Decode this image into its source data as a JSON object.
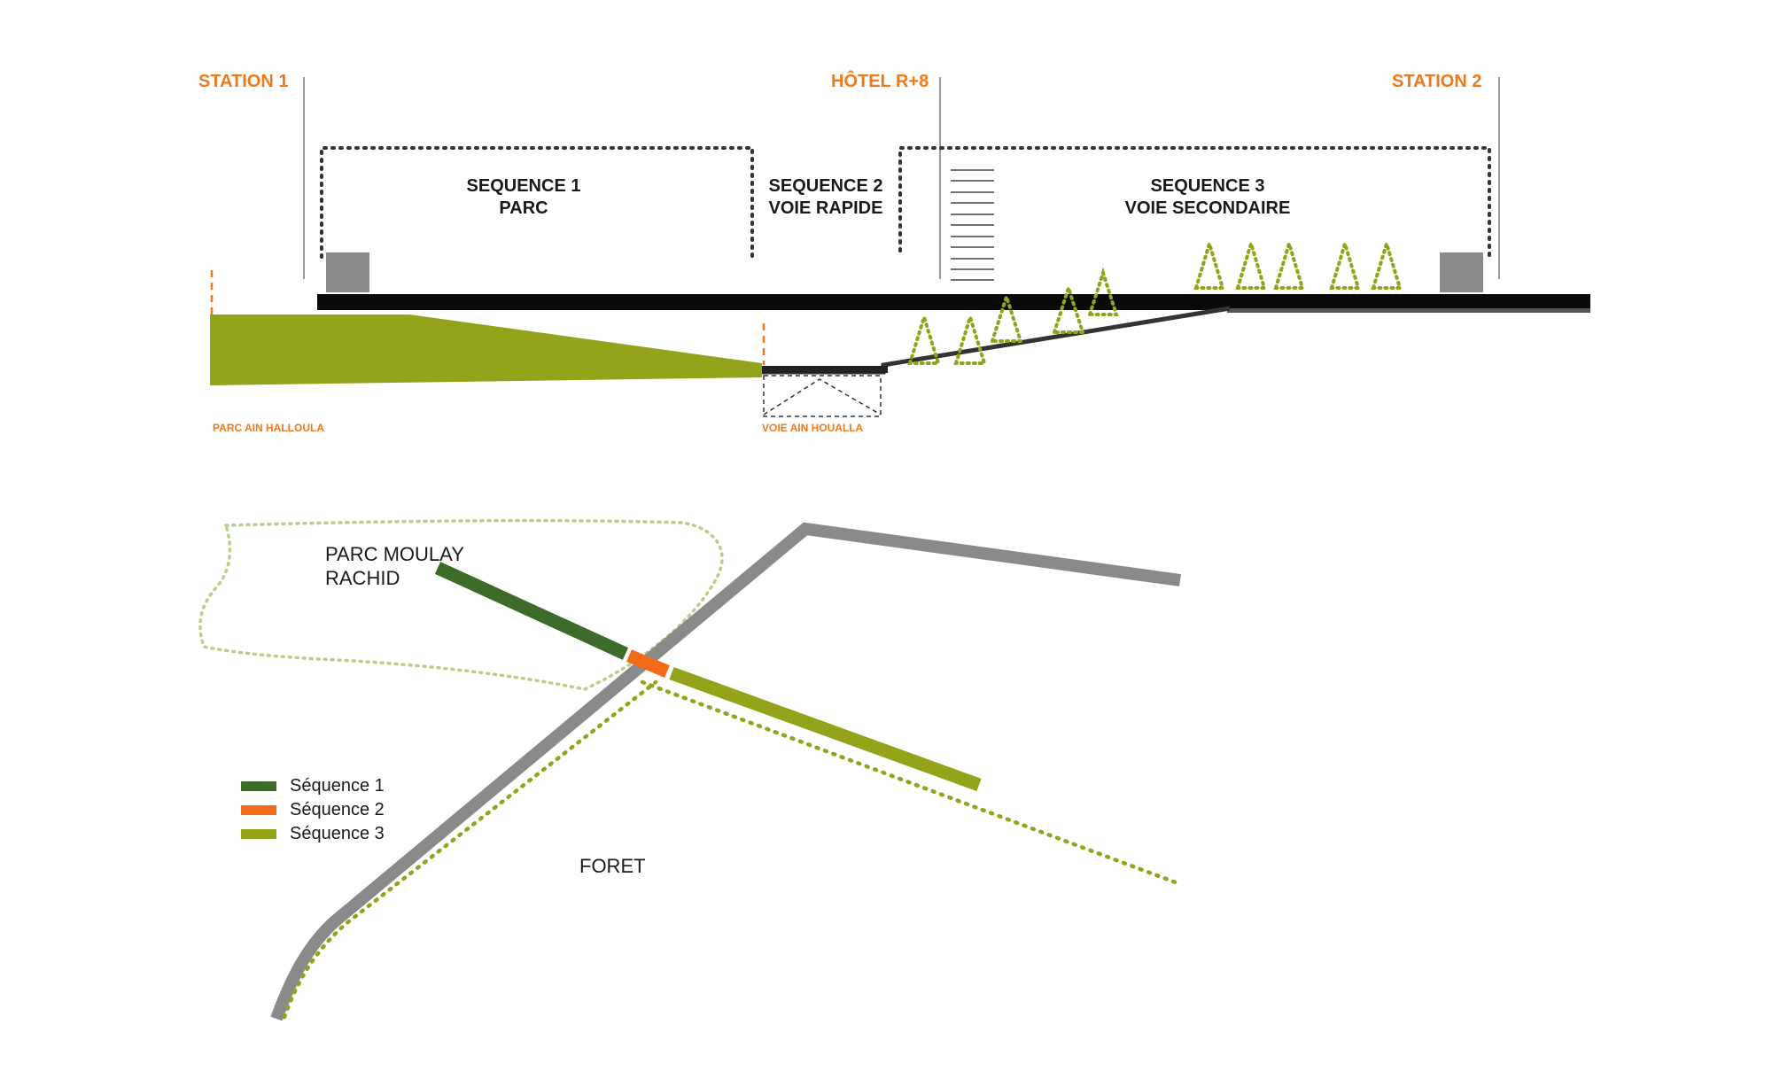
{
  "section": {
    "stations": {
      "station1": "STATION  1",
      "hotel": "HÔTEL R+8",
      "station2": "STATION  2"
    },
    "sequences": [
      {
        "line1": "SEQUENCE  1",
        "line2": "PARC"
      },
      {
        "line1": "SEQUENCE 2",
        "line2": "VOIE RAPIDE"
      },
      {
        "line1": "SEQUENCE 3",
        "line2": "VOIE SECONDAIRE"
      }
    ],
    "ground_labels": {
      "park": "PARC  AIN HALLOULA",
      "road": "VOIE AIN HOUALLA"
    }
  },
  "plan": {
    "park_label_line1": "PARC MOULAY",
    "park_label_line2": "RACHID",
    "forest_label": "FORET"
  },
  "legend": {
    "items": [
      {
        "label": "Séquence 1",
        "color": "#3f6b2a"
      },
      {
        "label": "Séquence 2",
        "color": "#f26a1b"
      },
      {
        "label": "Séquence 3",
        "color": "#93a31a"
      }
    ]
  },
  "colors": {
    "orange": "#ee7a1e",
    "olive": "#93a31a",
    "dark_green": "#3f6b2a",
    "seq2_orange": "#f26a1b",
    "road_grey": "#8a8a8a",
    "light_green": "#b9cf8c"
  }
}
